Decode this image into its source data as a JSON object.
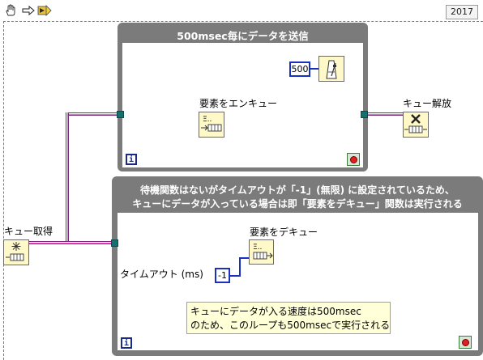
{
  "toolbar": {
    "version": "2017",
    "icons": [
      "hand-icon",
      "arrow-icon",
      "run-icon"
    ]
  },
  "top_loop": {
    "title": "500msec毎にデータを送信",
    "wait_ms": "500",
    "enqueue_label": "要素をエンキュー",
    "iteration_label": "i"
  },
  "release_queue": {
    "label": "キュー解放"
  },
  "obtain_queue": {
    "label": "キュー取得"
  },
  "bottom_loop": {
    "title_line1": "待機関数はないがタイムアウトが「-1」(無限) に設定されているため、",
    "title_line2": "キューにデータが入っている場合は即「要素をデキュー」関数は実行される",
    "dequeue_label": "要素をデキュー",
    "timeout_label": "タイムアウト (ms)",
    "timeout_value": "-1",
    "comment_line1": "キューにデータが入る速度は500msec",
    "comment_line2": "のため、このループも500msecで実行される",
    "iteration_label": "i"
  },
  "colors": {
    "loop_frame": "#7b7b7b",
    "queue_wire": "#ff60d8",
    "numeric_wire": "#1a30c0",
    "node_fill": "#fff8c8"
  }
}
